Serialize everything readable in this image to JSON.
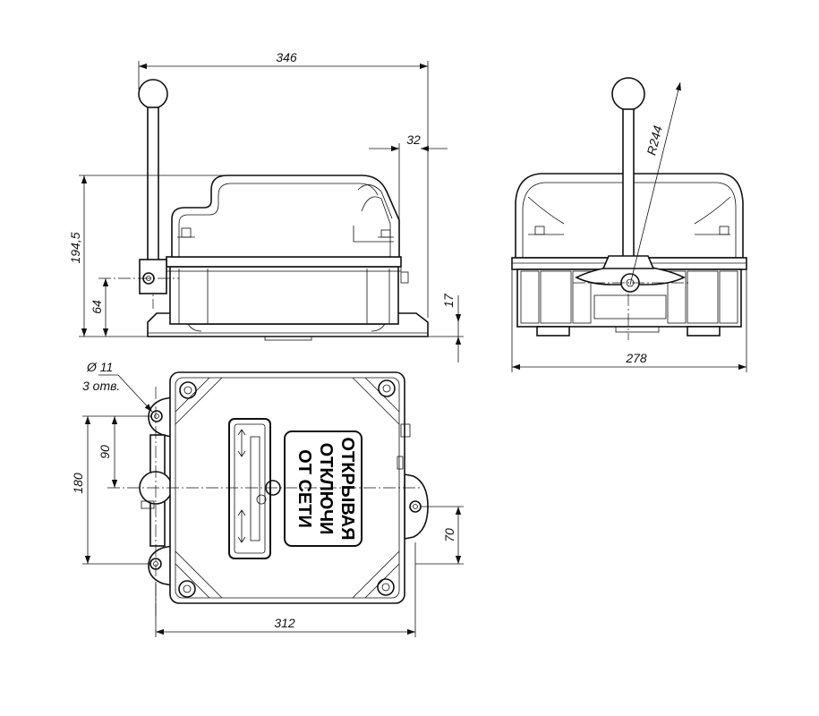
{
  "dimensions": {
    "overall_width": "346",
    "lever_offset": "32",
    "height": "194,5",
    "axis_height": "64",
    "foot_height": "17",
    "side_width": "278",
    "lever_radius": "R244",
    "hole_diameter": "Ø 11",
    "hole_count": "3 отв.",
    "hole_spacing_v": "90",
    "depth": "180",
    "foot_offset": "70",
    "base_width": "312"
  },
  "sign": {
    "line1": "ОТКРЫВАЯ",
    "line2": "ОТКЛЮЧИ",
    "line3": "ОТ СЕТИ"
  }
}
